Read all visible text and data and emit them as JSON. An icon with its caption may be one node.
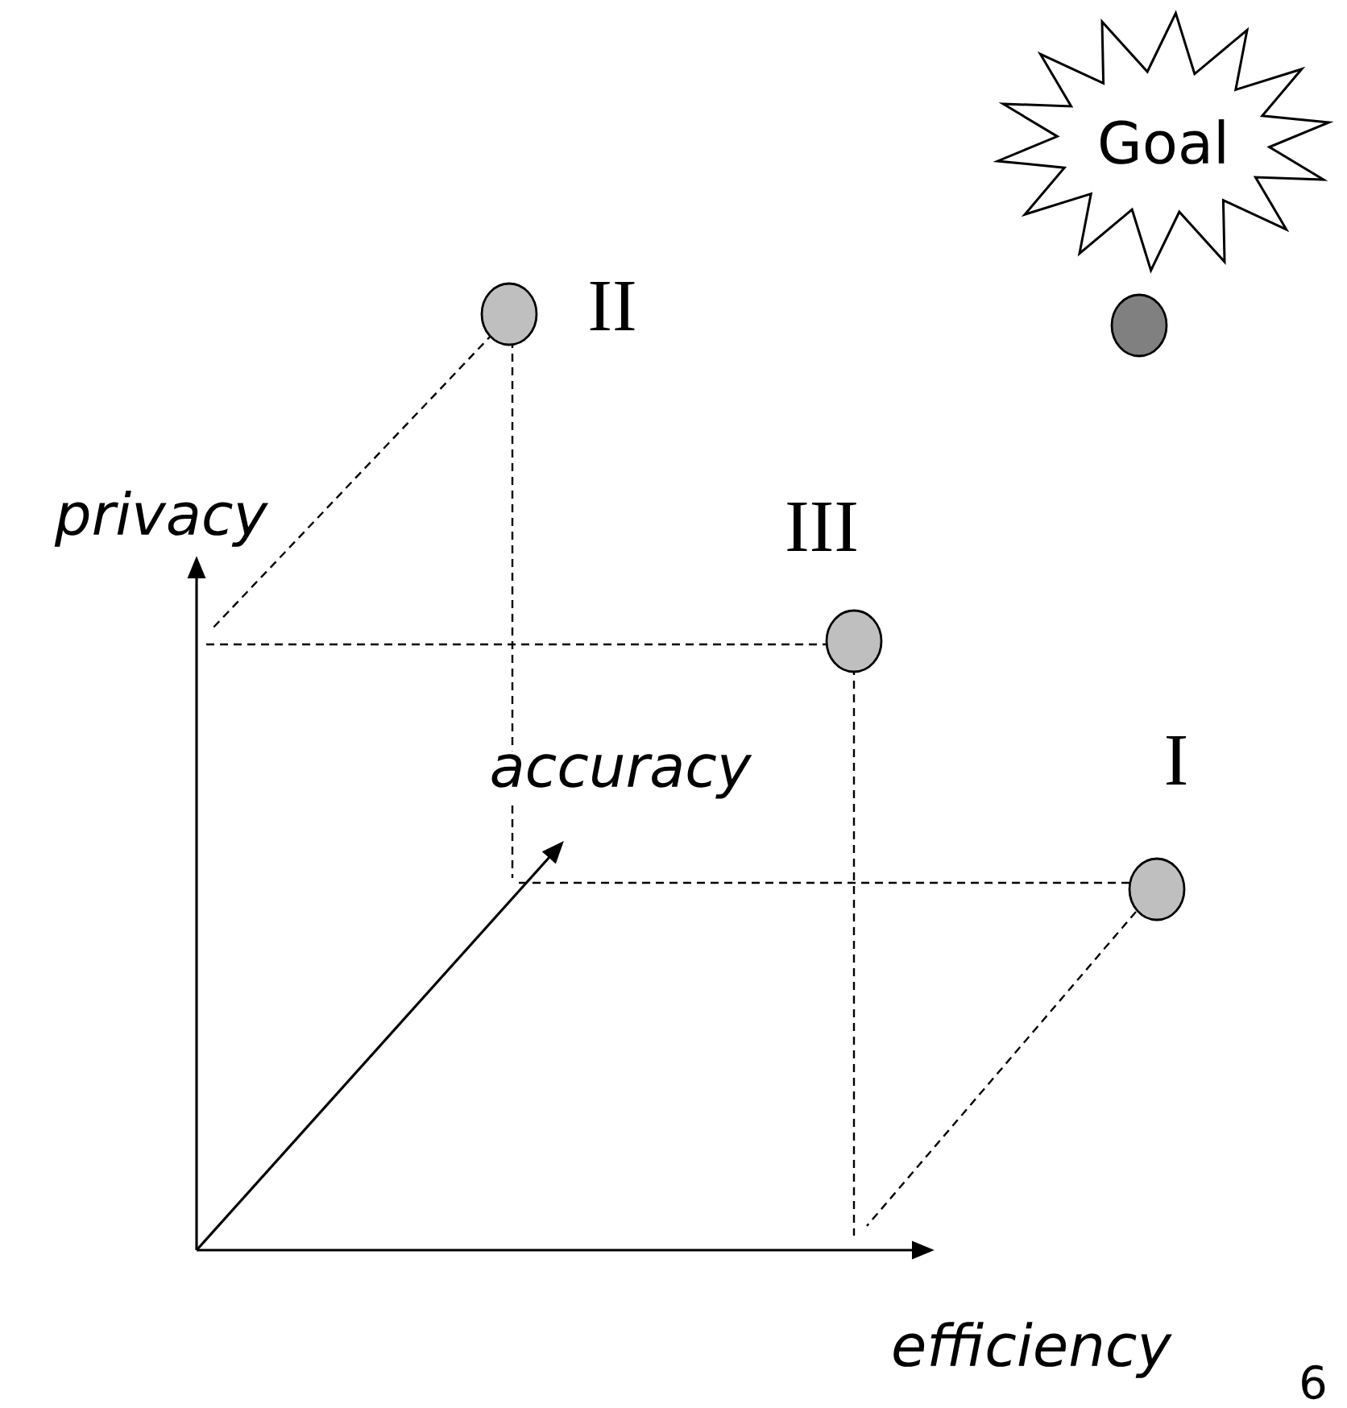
{
  "diagram": {
    "nodes": [
      {
        "text": [
          "Goal"
        ]
      },
      {
        "text": [],
        "shape": "circle",
        "beside": [
          "II"
        ]
      },
      {
        "text": [],
        "shape": "circle"
      },
      {
        "text": [],
        "shape": "circle",
        "beside": [
          "III"
        ]
      },
      {
        "text": [],
        "shape": "circle",
        "beside": [
          "I"
        ]
      }
    ],
    "labels": [
      "privacy",
      "accuracy",
      "efficiency",
      "6"
    ]
  }
}
